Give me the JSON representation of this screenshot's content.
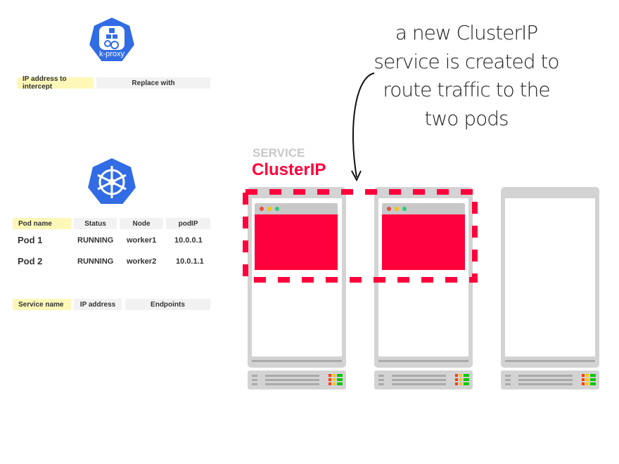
{
  "kproxy": {
    "logo_label": "k-proxy",
    "table": {
      "headers": [
        "IP address to intercept",
        "Replace with"
      ]
    }
  },
  "pods": {
    "headers": [
      "Pod name",
      "Status",
      "Node",
      "podIP"
    ],
    "rows": [
      [
        "Pod 1",
        "RUNNING",
        "worker1",
        "10.0.0.1"
      ],
      [
        "Pod 2",
        "RUNNING",
        "worker2",
        "10.0.1.1"
      ]
    ]
  },
  "services": {
    "headers": [
      "Service name",
      "IP address",
      "Endpoints"
    ]
  },
  "service_label": {
    "kind": "SERVICE",
    "type": "ClusterIP"
  },
  "annotation": {
    "lines": [
      "a new ClusterIP",
      "service is created to",
      "route traffic to the",
      "two pods"
    ]
  },
  "colors": {
    "accent": "#ff003c",
    "k8s_blue": "#326ce5",
    "highlight": "#fdf8b8"
  }
}
